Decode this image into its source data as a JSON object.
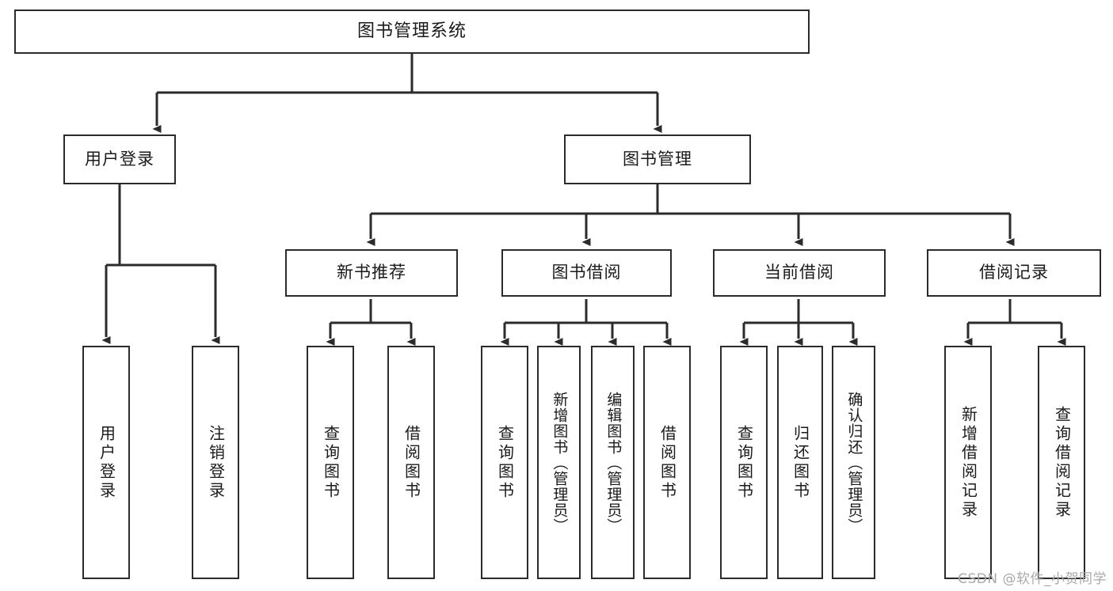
{
  "diagram": {
    "title": "图书管理系统",
    "type": "tree-hierarchy",
    "colors": {
      "box_border": "#2b2b2b",
      "box_fill": "#ffffff",
      "edge": "#2b2b2b",
      "background": "#ffffff",
      "watermark": "#a9a9a9"
    },
    "root": {
      "label": "图书管理系统"
    },
    "level2": [
      {
        "label": "用户登录"
      },
      {
        "label": "图书管理"
      }
    ],
    "level3": [
      {
        "label": "新书推荐"
      },
      {
        "label": "图书借阅"
      },
      {
        "label": "当前借阅"
      },
      {
        "label": "借阅记录"
      }
    ],
    "leaves": {
      "user_login": [
        {
          "label": "用户登录"
        },
        {
          "label": "注销登录"
        }
      ],
      "new_book_recommend": [
        {
          "label": "查询图书"
        },
        {
          "label": "借阅图书"
        }
      ],
      "book_borrow": [
        {
          "label": "查询图书"
        },
        {
          "label": "新增图书（管理员）"
        },
        {
          "label": "编辑图书（管理员）"
        },
        {
          "label": "借阅图书"
        }
      ],
      "current_borrow": [
        {
          "label": "查询图书"
        },
        {
          "label": "归还图书"
        },
        {
          "label": "确认归还（管理员）"
        }
      ],
      "borrow_record": [
        {
          "label": "新增借阅记录"
        },
        {
          "label": "查询借阅记录"
        }
      ]
    }
  },
  "watermark": {
    "text": "CSDN @软件_小贺同学"
  }
}
